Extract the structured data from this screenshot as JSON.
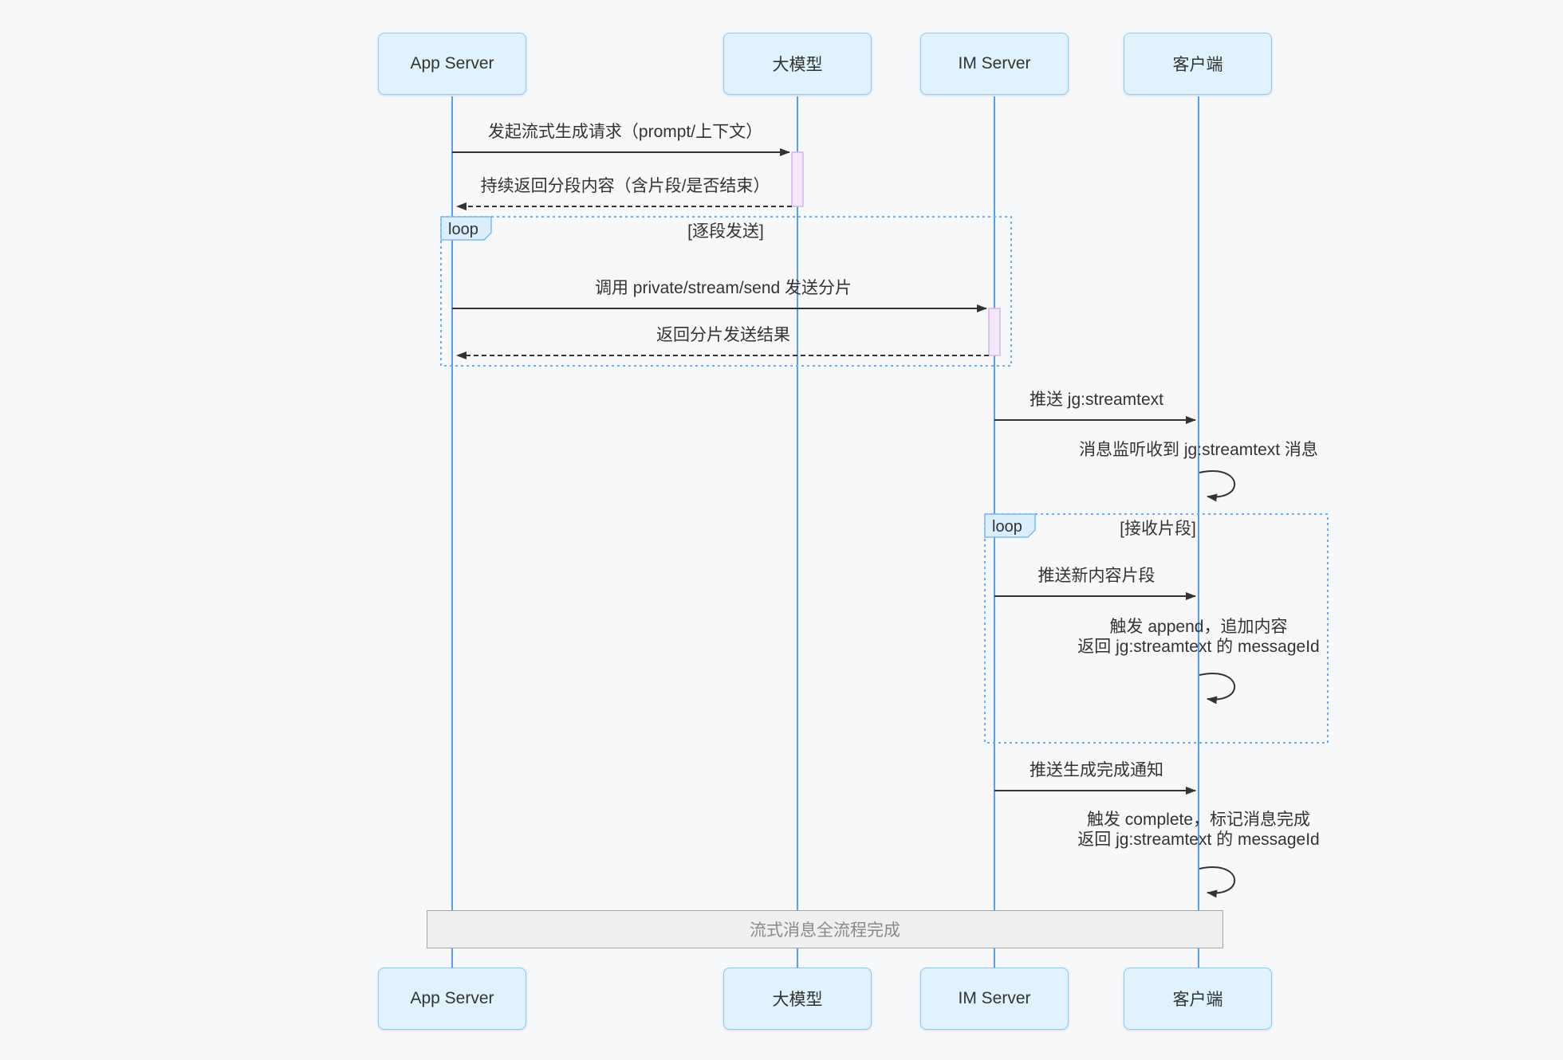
{
  "diagram": {
    "type": "sequence-diagram",
    "participants": [
      {
        "id": "app-server",
        "label": "App Server"
      },
      {
        "id": "model",
        "label": "大模型"
      },
      {
        "id": "im-server",
        "label": "IM Server"
      },
      {
        "id": "client",
        "label": "客户端"
      }
    ],
    "messages": [
      {
        "text": "发起流式生成请求（prompt/上下文）",
        "from": "App Server",
        "to": "大模型",
        "style": "solid"
      },
      {
        "text": "持续返回分段内容（含片段/是否结束）",
        "from": "大模型",
        "to": "App Server",
        "style": "dashed"
      },
      {
        "text": "调用 private/stream/send 发送分片",
        "from": "App Server",
        "to": "IM Server",
        "style": "solid"
      },
      {
        "text": "返回分片发送结果",
        "from": "IM Server",
        "to": "App Server",
        "style": "dashed"
      },
      {
        "text": "推送 jg:streamtext",
        "from": "IM Server",
        "to": "客户端",
        "style": "solid"
      },
      {
        "text": "消息监听收到 jg:streamtext 消息",
        "from": "客户端",
        "to": "客户端",
        "style": "self"
      },
      {
        "text": "推送新内容片段",
        "from": "IM Server",
        "to": "客户端",
        "style": "solid"
      },
      {
        "text": "触发 append，追加内容",
        "text2": "返回 jg:streamtext 的 messageId",
        "from": "客户端",
        "to": "客户端",
        "style": "self"
      },
      {
        "text": "推送生成完成通知",
        "from": "IM Server",
        "to": "客户端",
        "style": "solid"
      },
      {
        "text": "触发 complete，标记消息完成",
        "text2": "返回 jg:streamtext 的 messageId",
        "from": "客户端",
        "to": "客户端",
        "style": "self"
      }
    ],
    "loops": [
      {
        "label": "loop",
        "condition": "[逐段发送]"
      },
      {
        "label": "loop",
        "condition": "[接收片段]"
      }
    ],
    "note": "流式消息全流程完成",
    "colors": {
      "background": "#f7f8fa",
      "participant_fill": "#dff2fd",
      "participant_border": "#8ccaf4",
      "lifeline": "#5c9cec",
      "activation_fill": "#f5e7f9",
      "activation_border": "#d2b7e4",
      "loop_border": "#6aaef5",
      "loop_label_fill": "#dbeefd",
      "loop_label_border": "#7eb9ee",
      "arrow": "#333333",
      "text": "#333333",
      "note_fill": "#efefef",
      "note_border": "#a6a6a6",
      "note_text": "#8a8a8a"
    }
  }
}
